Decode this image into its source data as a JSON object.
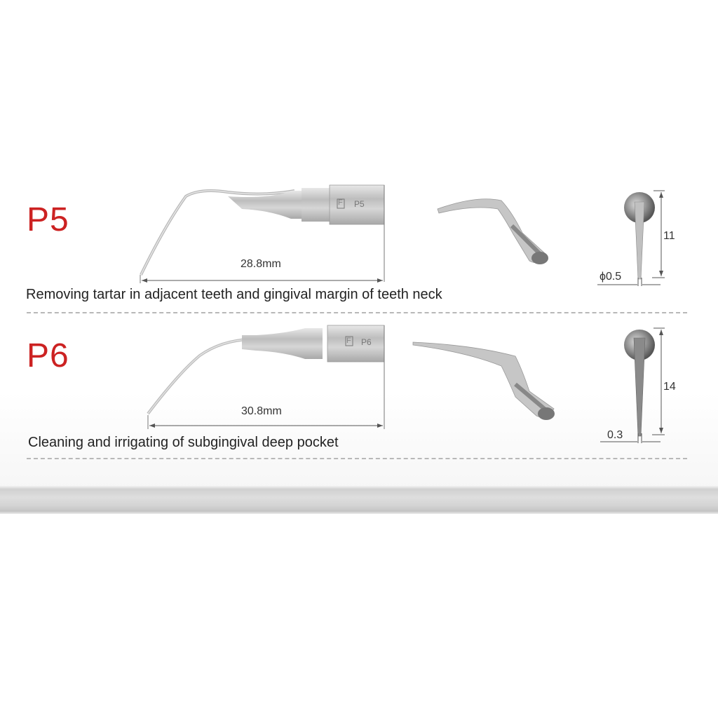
{
  "products": [
    {
      "model": "P5",
      "shank_marking_logo": "F",
      "shank_marking_model": "P5",
      "length_label": "28.8mm",
      "description": "Removing tartar in adjacent teeth and gingival margin of teeth neck",
      "tip_height": "11",
      "tip_diameter": "ϕ0.5"
    },
    {
      "model": "P6",
      "shank_marking_logo": "F",
      "shank_marking_model": "P6",
      "length_label": "30.8mm",
      "description": "Cleaning and irrigating of subgingival deep pocket",
      "tip_height": "14",
      "tip_diameter": "0.3"
    }
  ],
  "colors": {
    "model_label": "#cc2222",
    "text": "#222222",
    "divider": "#b8b8b8",
    "metal": "#c8c8c8"
  }
}
